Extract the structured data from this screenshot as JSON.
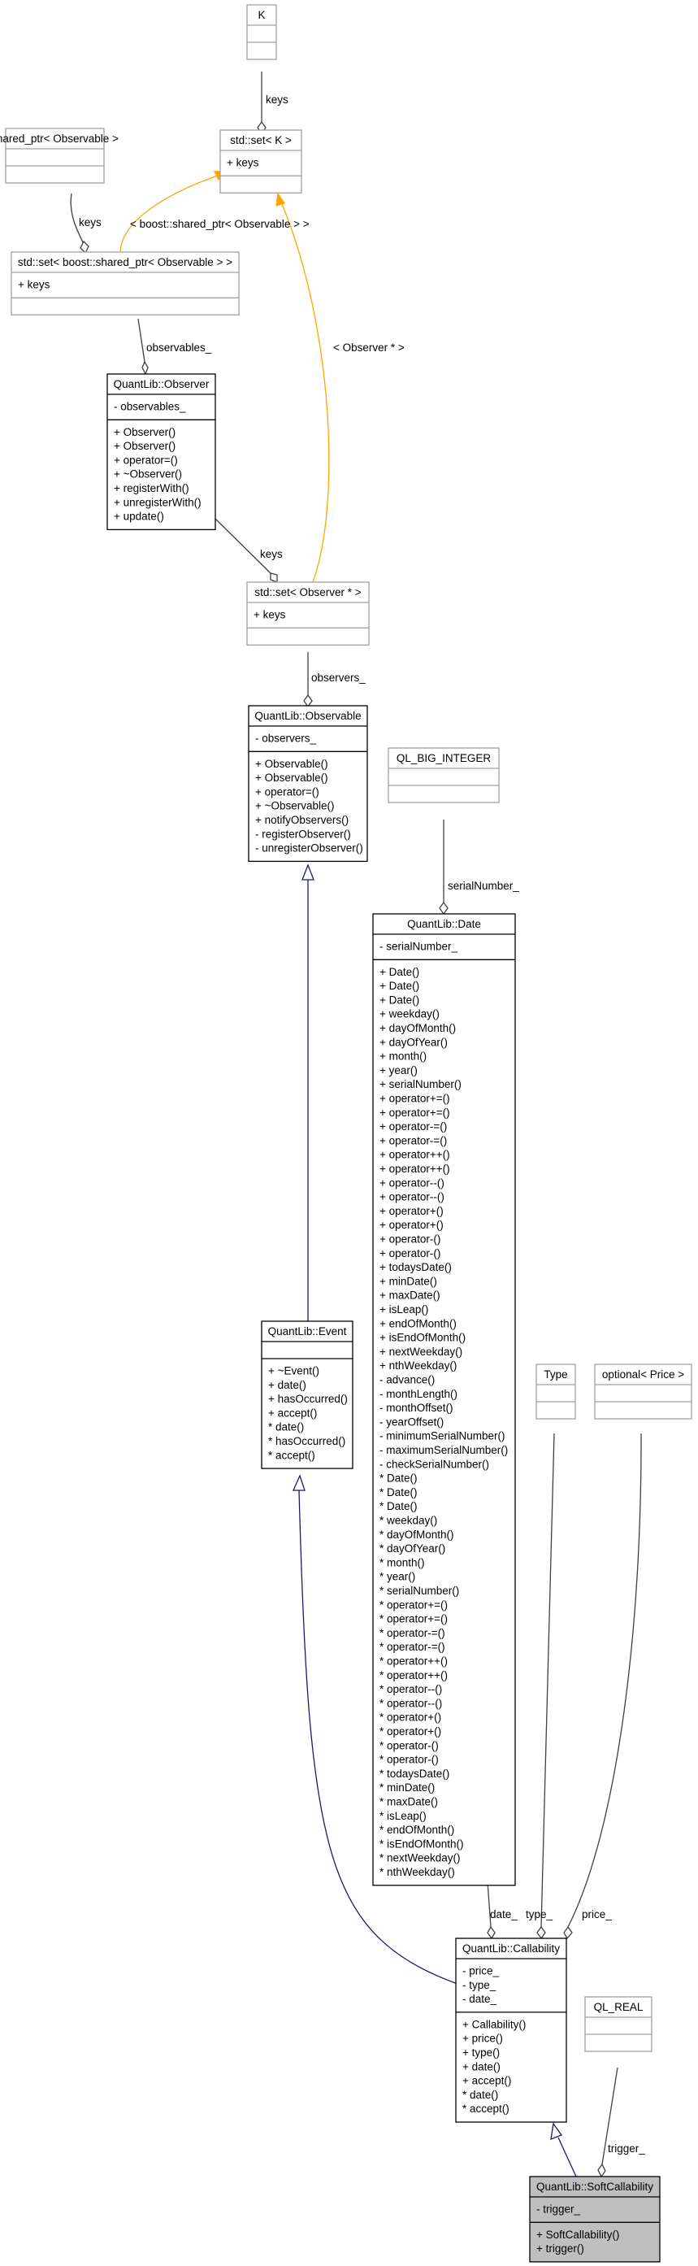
{
  "colors": {
    "solid_border": "#000000",
    "gray_border": "#a0a0a0",
    "highlight_fill": "#bfbfbf",
    "inherit_edge": "#191970",
    "template_edge": "#ffa500",
    "usage_edge": "#404040"
  },
  "nodes": {
    "k": {
      "title": "K",
      "attrs": [],
      "ops": []
    },
    "std_set_k": {
      "title": "std::set< K >",
      "attrs": [
        "+ keys"
      ],
      "ops": []
    },
    "shared_ptr_obs": {
      "title": "shared_ptr< Observable >",
      "attrs": [],
      "ops": []
    },
    "std_set_shared": {
      "title": "std::set< boost::shared_ptr< Observable > >",
      "attrs": [
        "+ keys"
      ],
      "ops": []
    },
    "observer": {
      "title": "QuantLib::Observer",
      "attrs": [
        "- observables_"
      ],
      "ops": [
        "+ Observer()",
        "+ Observer()",
        "+ operator=()",
        "+ ~Observer()",
        "+ registerWith()",
        "+ unregisterWith()",
        "+ update()"
      ]
    },
    "std_set_observer": {
      "title": "std::set< Observer * >",
      "attrs": [
        "+ keys"
      ],
      "ops": []
    },
    "observable": {
      "title": "QuantLib::Observable",
      "attrs": [
        "- observers_"
      ],
      "ops": [
        "+ Observable()",
        "+ Observable()",
        "+ operator=()",
        "+ ~Observable()",
        "+ notifyObservers()",
        "- registerObserver()",
        "- unregisterObserver()"
      ]
    },
    "ql_big_integer": {
      "title": "QL_BIG_INTEGER",
      "attrs": [],
      "ops": []
    },
    "date": {
      "title": "QuantLib::Date",
      "attrs": [
        "- serialNumber_"
      ],
      "ops": [
        "+ Date()",
        "+ Date()",
        "+ Date()",
        "+ weekday()",
        "+ dayOfMonth()",
        "+ dayOfYear()",
        "+ month()",
        "+ year()",
        "+ serialNumber()",
        "+ operator+=()",
        "+ operator+=()",
        "+ operator-=()",
        "+ operator-=()",
        "+ operator++()",
        "+ operator++()",
        "+ operator--()",
        "+ operator--()",
        "+ operator+()",
        "+ operator+()",
        "+ operator-()",
        "+ operator-()",
        "+ todaysDate()",
        "+ minDate()",
        "+ maxDate()",
        "+ isLeap()",
        "+ endOfMonth()",
        "+ isEndOfMonth()",
        "+ nextWeekday()",
        "+ nthWeekday()",
        "- advance()",
        "- monthLength()",
        "- monthOffset()",
        "- yearOffset()",
        "- minimumSerialNumber()",
        "- maximumSerialNumber()",
        "- checkSerialNumber()",
        "* Date()",
        "* Date()",
        "* Date()",
        "* weekday()",
        "* dayOfMonth()",
        "* dayOfYear()",
        "* month()",
        "* year()",
        "* serialNumber()",
        "* operator+=()",
        "* operator+=()",
        "* operator-=()",
        "* operator-=()",
        "* operator++()",
        "* operator++()",
        "* operator--()",
        "* operator--()",
        "* operator+()",
        "* operator+()",
        "* operator-()",
        "* operator-()",
        "* todaysDate()",
        "* minDate()",
        "* maxDate()",
        "* isLeap()",
        "* endOfMonth()",
        "* isEndOfMonth()",
        "* nextWeekday()",
        "* nthWeekday()"
      ]
    },
    "event": {
      "title": "QuantLib::Event",
      "attrs": [],
      "ops": [
        "+ ~Event()",
        "+ date()",
        "+ hasOccurred()",
        "+ accept()",
        "* date()",
        "* hasOccurred()",
        "* accept()"
      ]
    },
    "type": {
      "title": "Type",
      "attrs": [],
      "ops": []
    },
    "optional_price": {
      "title": "optional< Price >",
      "attrs": [],
      "ops": []
    },
    "callability": {
      "title": "QuantLib::Callability",
      "attrs": [
        "- price_",
        "- type_",
        "- date_"
      ],
      "ops": [
        "+ Callability()",
        "+ price()",
        "+ type()",
        "+ date()",
        "+ accept()",
        "* date()",
        "* accept()"
      ]
    },
    "ql_real": {
      "title": "QL_REAL",
      "attrs": [],
      "ops": []
    },
    "soft_callability": {
      "title": "QuantLib::SoftCallability",
      "attrs": [
        "- trigger_"
      ],
      "ops": [
        "+ SoftCallability()",
        "+ trigger()"
      ]
    }
  },
  "edge_labels": {
    "k_keys": "keys",
    "shared_keys": "keys",
    "shared_template": "< boost::shared_ptr< Observable > >",
    "observer_template": "< Observer * >",
    "observables": "observables_",
    "observer_keys": "keys",
    "observers": "observers_",
    "serial_number": "serialNumber_",
    "date_member": "date_",
    "type_member": "type_",
    "price_member": "price_",
    "trigger_member": "trigger_"
  }
}
